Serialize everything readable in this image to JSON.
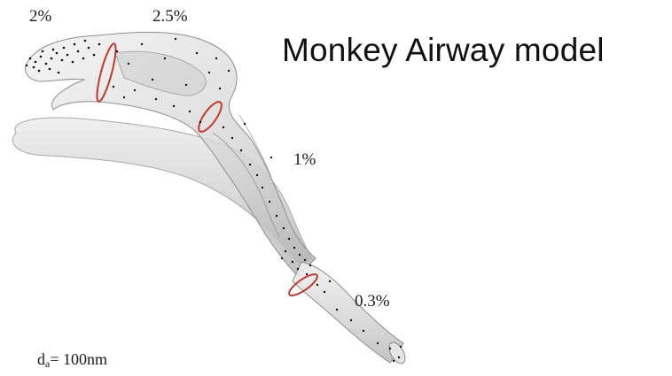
{
  "title": "Monkey Airway model",
  "labels": {
    "pct_nasal_front": "2%",
    "pct_nasal_back": "2.5%",
    "pct_pharynx": "1%",
    "pct_trachea": "0.3%"
  },
  "diameter": {
    "symbol": "d",
    "subscript": "a",
    "value": "= 100nm"
  },
  "colors": {
    "airway_fill": "#d9d9d9",
    "airway_stroke": "#9a9a9a",
    "ring": "#c0392b",
    "particle": "#111111"
  }
}
